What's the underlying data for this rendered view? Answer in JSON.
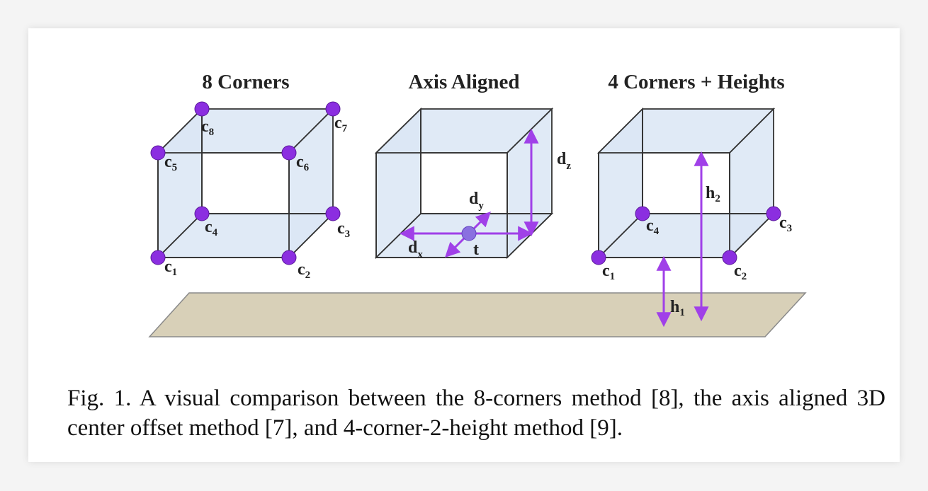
{
  "figure": {
    "panels": [
      {
        "title": "8 Corners",
        "corner_labels": [
          {
            "base": "c",
            "sub": "8"
          },
          {
            "base": "c",
            "sub": "7"
          },
          {
            "base": "c",
            "sub": "5"
          },
          {
            "base": "c",
            "sub": "6"
          },
          {
            "base": "c",
            "sub": "4"
          },
          {
            "base": "c",
            "sub": "3"
          },
          {
            "base": "c",
            "sub": "1"
          },
          {
            "base": "c",
            "sub": "2"
          }
        ]
      },
      {
        "title": "Axis Aligned",
        "labels": {
          "dz": {
            "base": "d",
            "sub": "z"
          },
          "dy": {
            "base": "d",
            "sub": "y"
          },
          "dx": {
            "base": "d",
            "sub": "x"
          },
          "t": "t"
        }
      },
      {
        "title": "4 Corners + Heights",
        "corner_labels": [
          {
            "base": "c",
            "sub": "4"
          },
          {
            "base": "c",
            "sub": "3"
          },
          {
            "base": "c",
            "sub": "1"
          },
          {
            "base": "c",
            "sub": "2"
          }
        ],
        "heights": {
          "h2": {
            "base": "h",
            "sub": "2"
          },
          "h1": {
            "base": "h",
            "sub": "1"
          }
        }
      }
    ],
    "colors": {
      "corner_point": "#8b2ee0",
      "arrow": "#a040e8",
      "box_face": "#dde8f6",
      "box_edge": "#333333",
      "ground": "#d8d0b8"
    },
    "caption": "Fig. 1.  A visual comparison between the 8-corners method [8], the axis aligned 3D center offset method [7], and 4-corner-2-height method [9]."
  }
}
